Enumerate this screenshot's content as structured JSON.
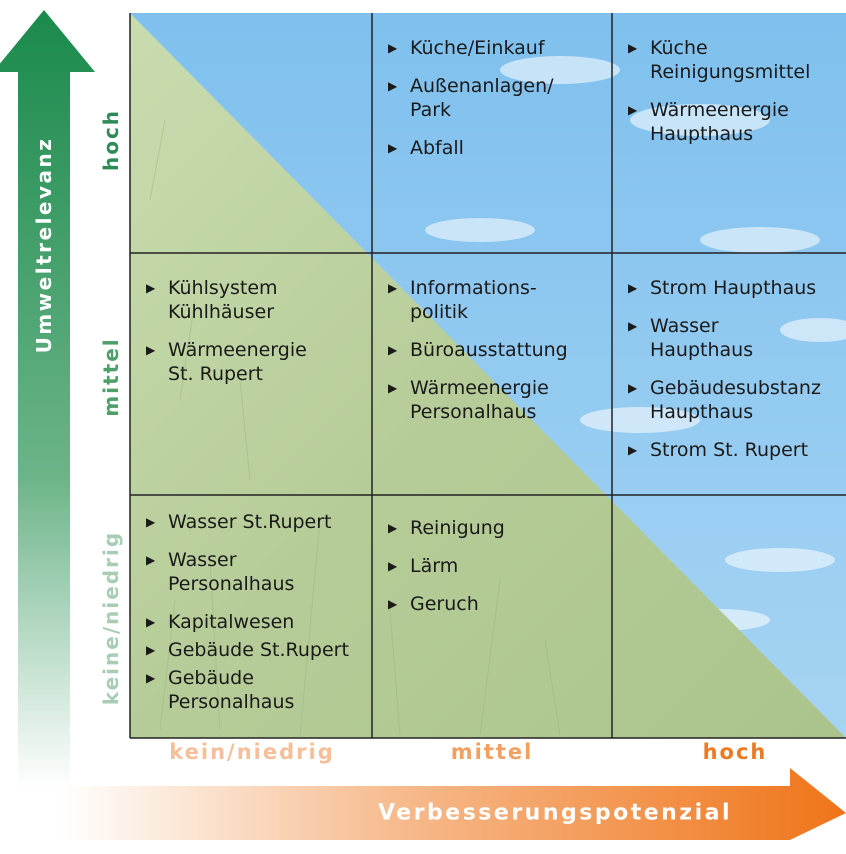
{
  "axes": {
    "y_title": "Umweltrelevanz",
    "x_title": "Verbesserungspotenzial",
    "y_levels": [
      {
        "label": "hoch",
        "color": "#2e8b57"
      },
      {
        "label": "mittel",
        "color": "#4f9e6a"
      },
      {
        "label": "keine/niedrig",
        "color": "#a9cdb4"
      }
    ],
    "x_levels": [
      {
        "label": "kein/niedrig",
        "color": "#f6bf9a"
      },
      {
        "label": "mittel",
        "color": "#f2a060"
      },
      {
        "label": "hoch",
        "color": "#ee7a22"
      }
    ]
  },
  "colors": {
    "green_arrow": "#1e8a4e",
    "orange_arrow": "#f07d20",
    "sky": "#8fc9ef",
    "grass": "#b9cf9c",
    "grid_line": "#222222"
  },
  "cells": {
    "hoch_mittel": [
      "Küche/Einkauf",
      "Außenanlagen/\nPark",
      "Abfall"
    ],
    "hoch_hoch": [
      "Küche\nReinigungsmittel",
      "Wärmeenergie\nHaupthaus"
    ],
    "mittel_kein": [
      "Kühlsystem\nKühlhäuser",
      "Wärmeenergie\nSt. Rupert"
    ],
    "mittel_mittel": [
      "Informations-\npolitik",
      "Büroausstattung",
      "Wärmeenergie\nPersonalhaus"
    ],
    "mittel_hoch": [
      "Strom Haupthaus",
      "Wasser\nHaupthaus",
      "Gebäudesubstanz\nHaupthaus",
      "Strom St. Rupert"
    ],
    "kein_kein": [
      "Wasser St.Rupert",
      "Wasser\nPersonalhaus",
      "Kapitalwesen",
      "Gebäude St.Rupert",
      "Gebäude\nPersonalhaus"
    ],
    "kein_mittel": [
      "Reinigung",
      "Lärm",
      "Geruch"
    ]
  }
}
